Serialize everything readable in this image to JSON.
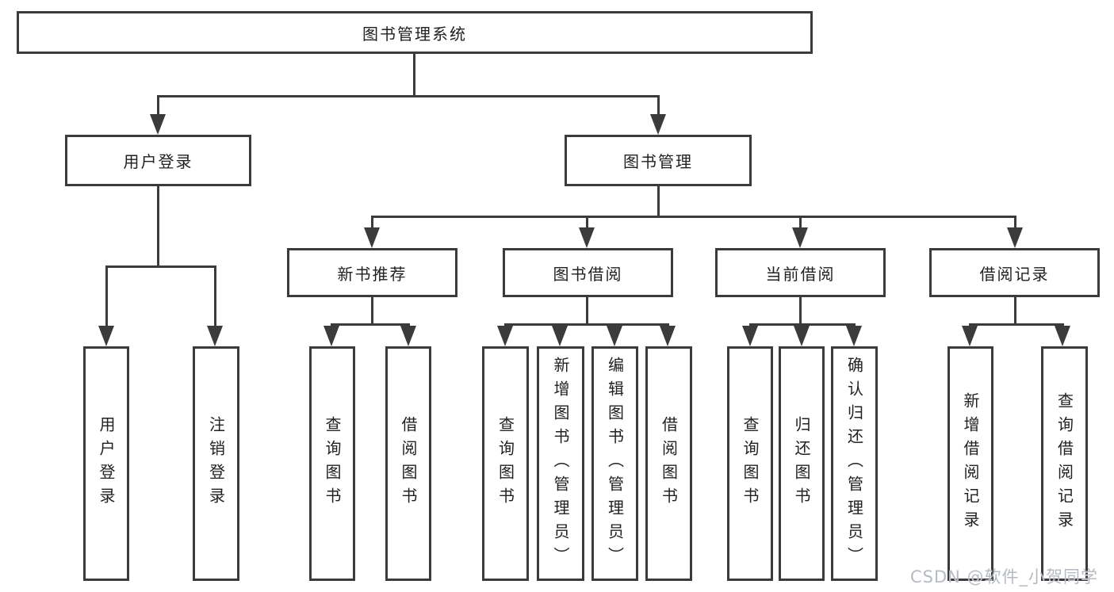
{
  "tree": {
    "label": "图书管理系统",
    "children": [
      {
        "label": "用户登录",
        "children": [
          {
            "label": "用户登录"
          },
          {
            "label": "注销登录"
          }
        ]
      },
      {
        "label": "图书管理",
        "children": [
          {
            "label": "新书推荐",
            "children": [
              {
                "label": "查询图书"
              },
              {
                "label": "借阅图书"
              }
            ]
          },
          {
            "label": "图书借阅",
            "children": [
              {
                "label": "查询图书"
              },
              {
                "label": "新增图书（管理员）"
              },
              {
                "label": "编辑图书（管理员）"
              },
              {
                "label": "借阅图书"
              }
            ]
          },
          {
            "label": "当前借阅",
            "children": [
              {
                "label": "查询图书"
              },
              {
                "label": "归还图书"
              },
              {
                "label": "确认归还（管理员）"
              }
            ]
          },
          {
            "label": "借阅记录",
            "children": [
              {
                "label": "新增借阅记录"
              },
              {
                "label": "查询借阅记录"
              }
            ]
          }
        ]
      }
    ]
  },
  "watermark": {
    "text": "CSDN @软件_小贺同学"
  },
  "colors": {
    "line": "#3b3b3b",
    "text": "#212121",
    "background": "#ffffff",
    "watermark": "#b6bac1"
  }
}
